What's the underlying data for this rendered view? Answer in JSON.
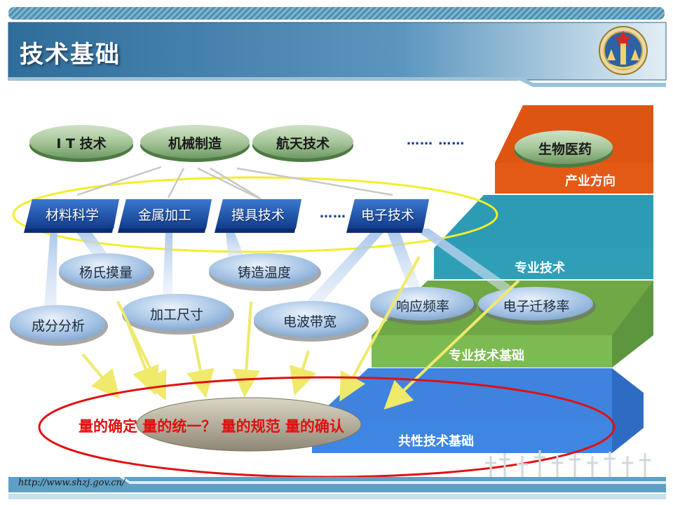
{
  "header": {
    "title": "技术基础",
    "footer_url": "http://www.shzj.gov.cn/"
  },
  "industries": [
    {
      "label": "I T 技术"
    },
    {
      "label": "机械制造"
    },
    {
      "label": "航天技术"
    },
    {
      "label": "生物医药"
    }
  ],
  "industry_ellipsis": "…… ……",
  "techs": [
    {
      "label": "材料科学"
    },
    {
      "label": "金属加工"
    },
    {
      "label": "摸具技术"
    },
    {
      "label": "电子技术"
    }
  ],
  "tech_ellipsis": "……",
  "measurements": [
    {
      "label": "杨氏摸量"
    },
    {
      "label": "铸造温度"
    },
    {
      "label": "成分分析"
    },
    {
      "label": "加工尺寸"
    },
    {
      "label": "电波带宽"
    },
    {
      "label": "响应频率"
    },
    {
      "label": "电子迁移率"
    }
  ],
  "steps": [
    {
      "label": "产业方向"
    },
    {
      "label": "专业技术"
    },
    {
      "label": "专业技术基础"
    },
    {
      "label": "共性技术基础"
    }
  ],
  "quantity_text": "量的确定   量的统一？  量的规范  量的确认",
  "colors": {
    "step_industry": "#de5513",
    "step_specialty": "#2c9bb3",
    "step_specialty_basis": "#79b84f",
    "step_common_basis": "#3f83de",
    "header_bar": "#4a86b4",
    "highlight_yellow": "#f3ee2a",
    "highlight_red": "#e01010"
  }
}
